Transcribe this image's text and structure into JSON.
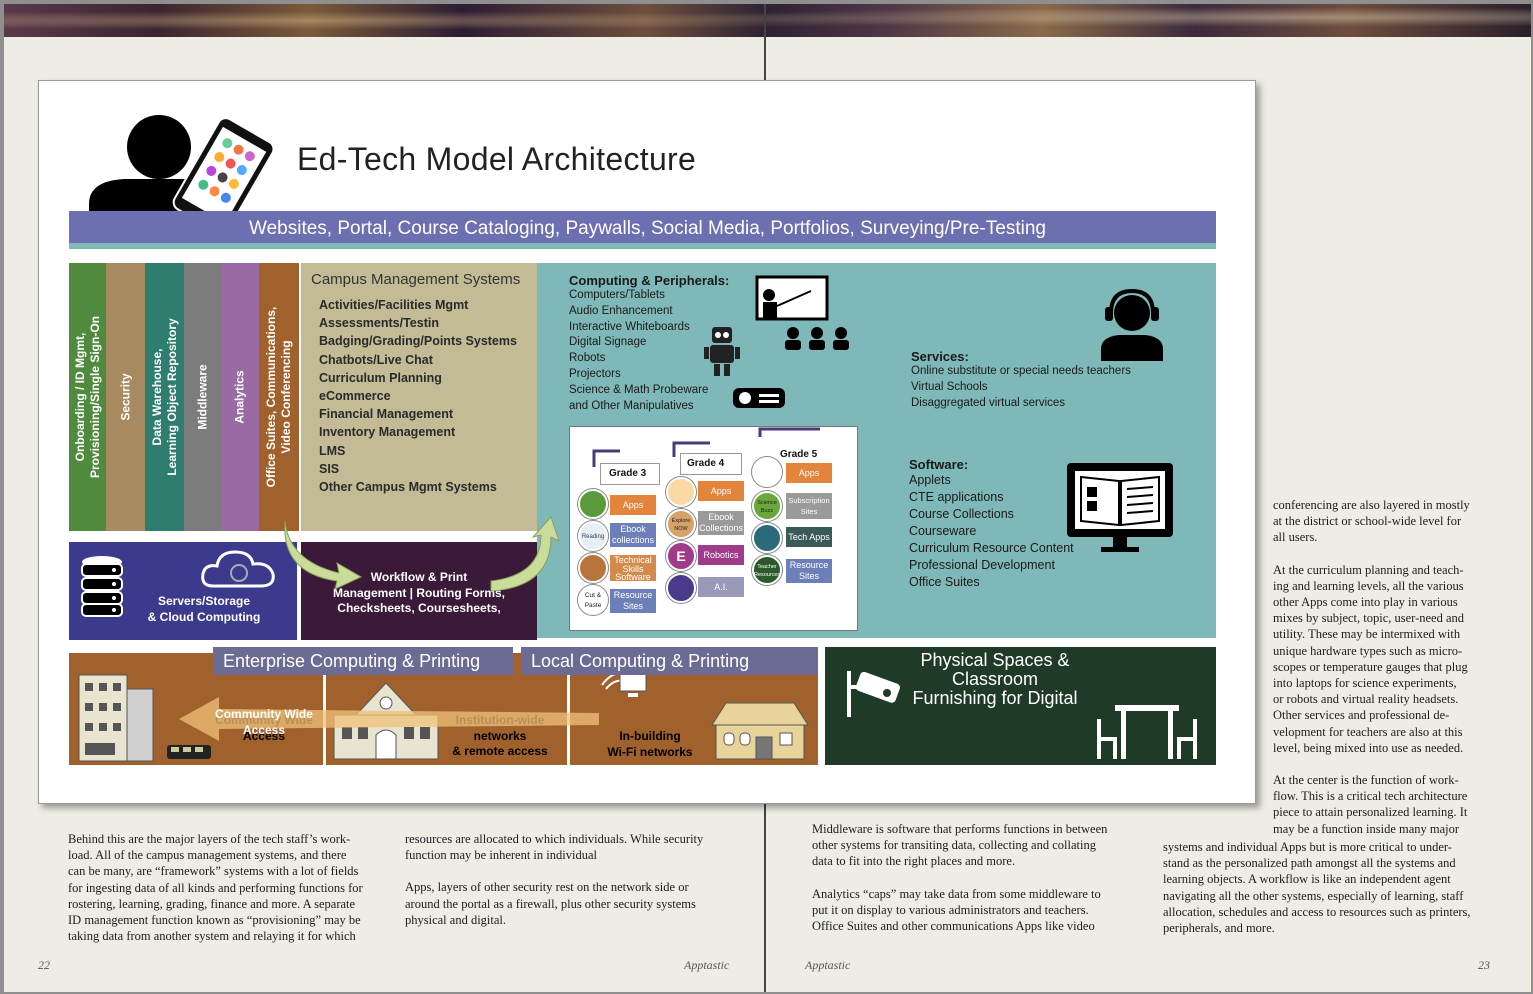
{
  "diagram": {
    "title": "Ed-Tech Model Architecture",
    "top_bar": "Websites, Portal, Course Cataloging, Paywalls, Social Media, Portfolios, Surveying/Pre-Testing",
    "columns": [
      {
        "line1": "Onboarding / ID Mgmt,",
        "line2": "Provisioning/Single Sign-On",
        "color": "#4f8a3e"
      },
      {
        "line1": "Security",
        "line2": "",
        "color": "#a88a60"
      },
      {
        "line1": "Data Warehouse,",
        "line2": "Learning Object Repository",
        "color": "#2e7d6e"
      },
      {
        "line1": "Middleware",
        "line2": "",
        "color": "#7c7c7c"
      },
      {
        "line1": "Analytics",
        "line2": "",
        "color": "#9a6aa2"
      },
      {
        "line1": "Office Suites, Communications,",
        "line2": "Video Conferencing",
        "color": "#a0612c"
      }
    ],
    "campus": {
      "title": "Campus Management Systems",
      "items": [
        "Activities/Facilities Mgmt",
        "Assessments/Testin",
        "Badging/Grading/Points Systems",
        "Chatbots/Live Chat",
        "Curriculum Planning",
        "eCommerce",
        "Financial Management",
        "Inventory Management",
        "LMS",
        "SIS",
        "Other Campus Mgmt Systems"
      ]
    },
    "computing": {
      "title": "Computing & Peripherals:",
      "items": [
        "Computers/Tablets",
        "Audio Enhancement",
        "Interactive Whiteboards",
        "Digital Signage",
        "Robots",
        "Projectors",
        "Science & Math Probeware",
        "and Other Manipulatives"
      ]
    },
    "services": {
      "title": "Services:",
      "items": [
        "Online substitute or special needs teachers",
        "Virtual Schools",
        "Disaggregated virtual services"
      ]
    },
    "software": {
      "title": "Software:",
      "items": [
        "Applets",
        "CTE applications",
        "Course Collections",
        "Courseware",
        "Curriculum Resource Content",
        "Professional Development",
        "Office Suites"
      ]
    },
    "grades": {
      "grade3": {
        "label": "Grade 3",
        "items": [
          "Apps",
          "Ebook collections",
          "Technical Skills Software",
          "Resource Sites"
        ],
        "icons": [
          "",
          "Reading Clouds",
          "",
          "Cut & Paste"
        ]
      },
      "grade4": {
        "label": "Grade 4",
        "items": [
          "Apps",
          "Ebook Collections",
          "Robotics",
          "A.I."
        ],
        "icons": [
          "",
          "Explore NOW",
          "E",
          ""
        ]
      },
      "grade5": {
        "label": "Grade 5",
        "items": [
          "Apps",
          "Subscription Sites",
          "Tech Apps",
          "Resource Sites"
        ],
        "icons": [
          "",
          "Science Buzz",
          "",
          "Teacher Resources"
        ]
      }
    },
    "servers": {
      "line1": "Servers/Storage",
      "line2": "& Cloud Computing"
    },
    "workflow": {
      "line1": "Workflow & Print",
      "line2": "Management | Routing Forms,",
      "line3": "Checksheets, Coursesheets,"
    },
    "enterprise_label": "Enterprise Computing & Printing",
    "local_label": "Local Computing & Printing",
    "community": {
      "line1": "Community Wide",
      "line2": "Access"
    },
    "institution": {
      "line1": "Institution-wide",
      "line2": "networks",
      "line3": "& remote access"
    },
    "inbuilding": {
      "line1": "In-building",
      "line2": "Wi-Fi networks"
    },
    "physical": {
      "line1": "Physical Spaces &",
      "line2": "Classroom",
      "line3": "Furnishing for Digital"
    }
  },
  "left_page": {
    "col1": [
      "Behind this are the major layers of the tech staff’s work-",
      "load. All of the campus management systems, and there",
      "can be many, are “framework” systems with a lot of fields",
      "for ingesting data of all kinds and performing functions for",
      "rostering, learning, grading, finance and more. A separate",
      "ID management function known as “provisioning” may be",
      "taking data from another system and relaying it for which"
    ],
    "col2a": [
      "resources are allocated to which individuals. While security",
      "function may be inherent in individual"
    ],
    "col2b": [
      "Apps, layers of other security rest on the network side or",
      "around the portal as a firewall, plus other security systems",
      "physical and digital."
    ],
    "page_number": "22",
    "running_head": "Apptastic"
  },
  "right_page": {
    "col1a": [
      "Middleware is software that performs functions in between",
      "other systems for transiting data, collecting and collating",
      "data to fit into the right places and more."
    ],
    "col1b": [
      "Analytics “caps” may take data from some middleware to",
      "put it on display to various administrators and teachers.",
      "Office Suites and other communications Apps like video"
    ],
    "col2a": [
      "conferencing are also layered in mostly",
      "at the district or school-wide level for",
      "all users."
    ],
    "col2b": [
      "At the curriculum planning and teach-",
      "ing and learning levels, all the various",
      "other Apps come into play in various",
      "mixes by subject, topic, user-need and",
      "utility. These may be intermixed with",
      "unique hardware types such as micro-",
      "scopes or temperature gauges that plug",
      "into laptops for science experiments,",
      "or robots and virtual reality headsets.",
      "Other services and professional de-",
      "velopment for teachers are also at this",
      "level, being mixed into use as needed."
    ],
    "col2c": [
      "At the center is the function of work-",
      "flow. This is a critical tech architecture",
      "piece to attain personalized learning. It",
      "may be a function inside many major"
    ],
    "col2d": [
      "systems and individual Apps but is more critical to under-",
      "stand as the personalized path amongst all the systems and",
      "learning objects. A workflow is like an independent agent",
      "navigating all the other systems, especially of learning, staff",
      "allocation, schedules and access to resources such as printers,",
      "peripherals, and more."
    ],
    "page_number": "23",
    "running_head": "Apptastic"
  }
}
